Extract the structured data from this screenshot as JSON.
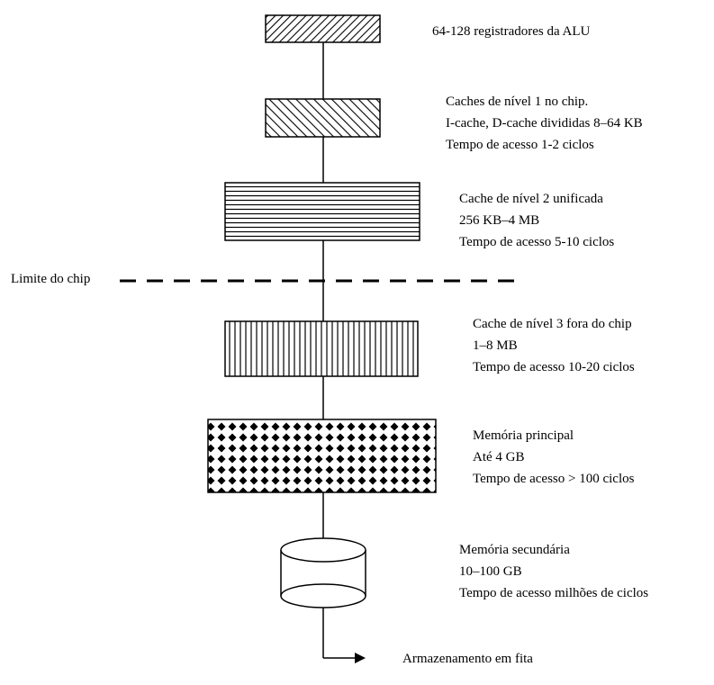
{
  "levels": [
    {
      "pattern": "diagonal-hatch-dense",
      "lines": [
        "64-128 registradores da ALU"
      ]
    },
    {
      "pattern": "diagonal-hatch",
      "lines": [
        "Caches de nível 1 no chip.",
        "I-cache, D-cache divididas  8–64 KB",
        "Tempo de acesso 1-2 ciclos"
      ]
    },
    {
      "pattern": "horizontal-lines",
      "lines": [
        "Cache de nível 2 unificada",
        "256 KB–4 MB",
        "Tempo de acesso 5-10 ciclos"
      ]
    },
    {
      "pattern": "vertical-lines",
      "lines": [
        "Cache de nível 3 fora do chip",
        "1–8 MB",
        "Tempo de acesso 10-20 ciclos"
      ]
    },
    {
      "pattern": "diamond-dots",
      "lines": [
        "Memória principal",
        "Até 4 GB",
        "Tempo de acesso > 100 ciclos"
      ]
    },
    {
      "pattern": "disk-cylinder",
      "lines": [
        "Memória secundária",
        "10–100 GB",
        "Tempo de acesso milhões de ciclos"
      ]
    }
  ],
  "chip_boundary": {
    "label": "Limite do chip"
  },
  "tape": {
    "label": "Armazenamento em fita"
  }
}
